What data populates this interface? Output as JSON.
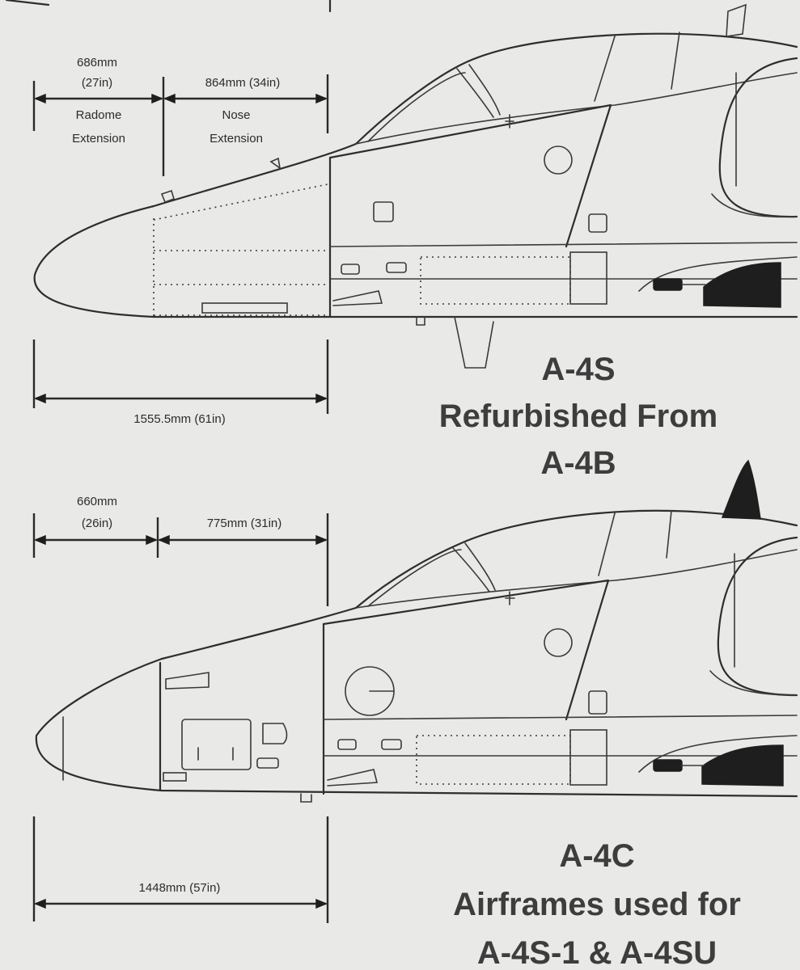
{
  "top": {
    "radome_len": "686mm",
    "radome_in": "(27in)",
    "radome_label_1": "Radome",
    "radome_label_2": "Extension",
    "nose_len": "864mm (34in)",
    "nose_label_1": "Nose",
    "nose_label_2": "Extension",
    "total_len": "1555.5mm (61in)",
    "caption_1": "A-4S",
    "caption_2": "Refurbished From",
    "caption_3": "A-4B"
  },
  "bottom": {
    "radome_len": "660mm",
    "radome_in": "(26in)",
    "nose_len": "775mm (31in)",
    "total_len": "1448mm (57in)",
    "caption_1": "A-4C",
    "caption_2": "Airframes used for",
    "caption_3": "A-4S-1 & A-4SU"
  }
}
